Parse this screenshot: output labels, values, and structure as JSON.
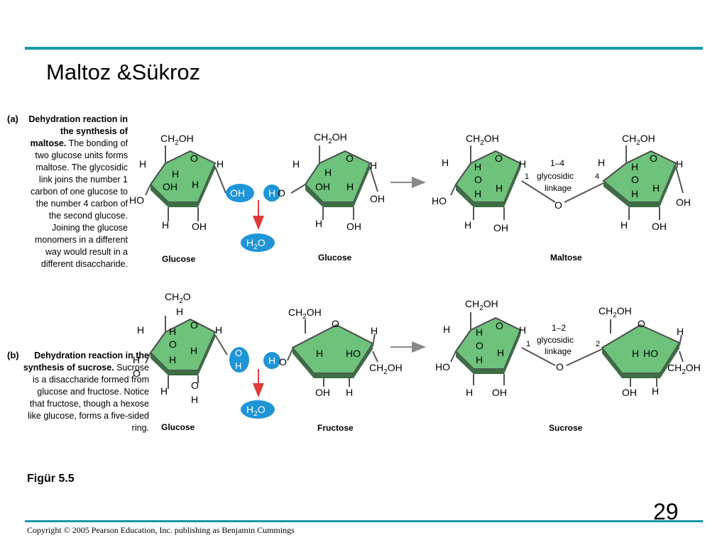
{
  "slide": {
    "title": "Maltoz &Sükroz",
    "figure_label": "Figür 5.5",
    "page_number": "29",
    "copyright": "Copyright © 2005 Pearson Education, Inc. publishing as Benjamin Cummings"
  },
  "panel_a": {
    "tag": "(a)",
    "caption_bold": "Dehydration reaction in the synthesis of maltose.",
    "caption_text": "The bonding of two glucose units forms maltose. The glycosidic link joins the number 1 carbon of one glucose to the number 4 carbon of the second glucose. Joining the glucose monomers in a different way would result in a different disaccharide.",
    "labels": [
      "Glucose",
      "Glucose",
      "Maltose"
    ],
    "linkage": [
      "1–4",
      "glycosidic",
      "linkage"
    ],
    "carbon_numbers": [
      "1",
      "4"
    ]
  },
  "panel_b": {
    "tag": "(b)",
    "caption_bold": "Dehydration reaction in the synthesis of sucrose.",
    "caption_text": "Sucrose is a disaccharide formed from glucose and fructose. Notice that fructose, though a hexose like glucose, forms a five-sided ring.",
    "labels": [
      "Glucose",
      "Fructose",
      "Sucrose"
    ],
    "linkage": [
      "1–2",
      "glycosidic",
      "linkage"
    ],
    "carbon_numbers": [
      "1",
      "2"
    ]
  },
  "chem": {
    "ch2oh": "CH2OH",
    "o": "O",
    "h": "H",
    "oh": "OH",
    "ho": "HO",
    "h2o": "H2O"
  },
  "colors": {
    "ring_fill": "#6ec27b",
    "ring_edge": "#4c4c4c",
    "bubble": "#1e95d6",
    "accent": "#1a98a8",
    "arrow_red": "#e03a3a"
  }
}
